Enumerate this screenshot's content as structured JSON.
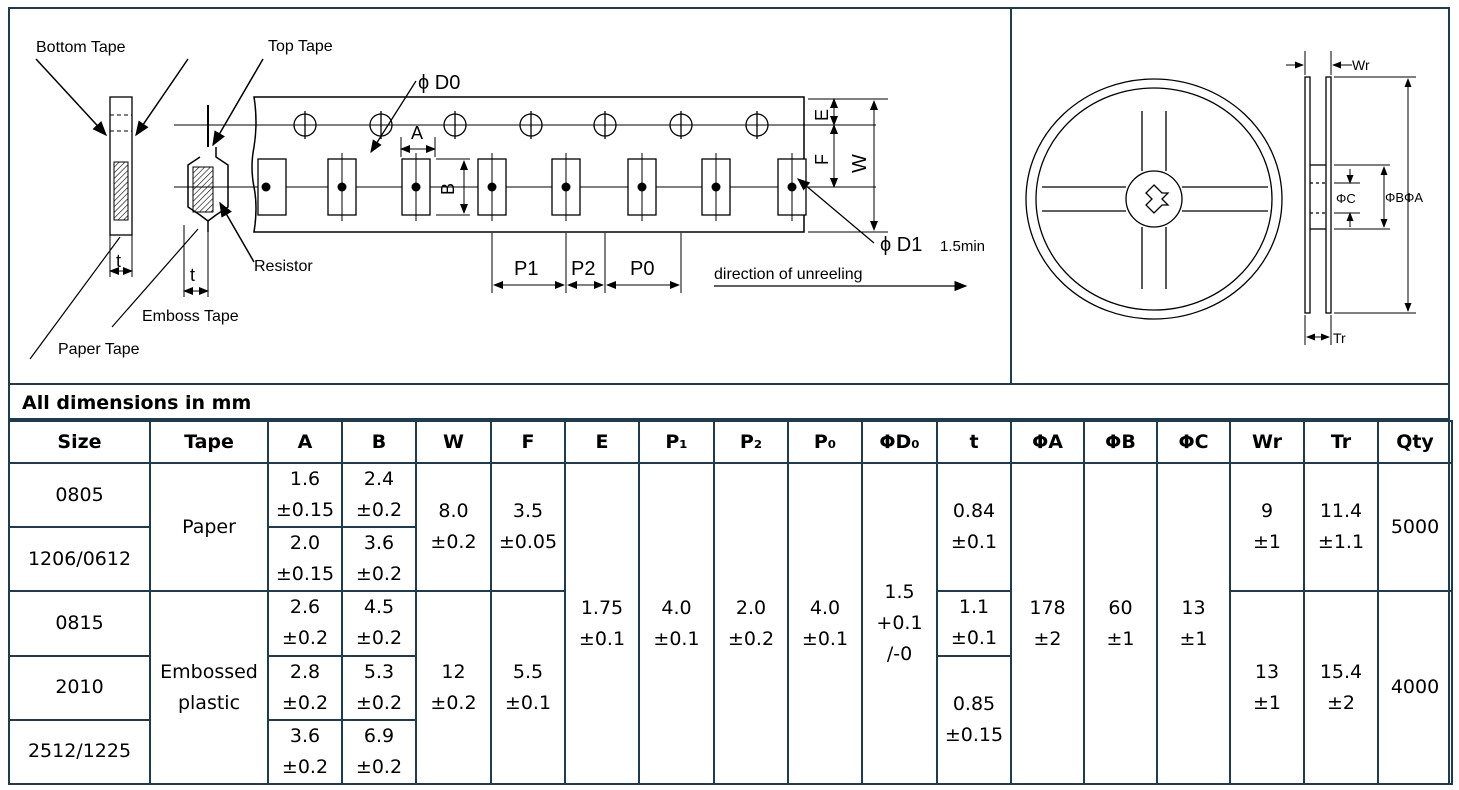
{
  "tape_diagram": {
    "labels": {
      "bottom_tape": "Bottom Tape",
      "top_tape": "Top Tape",
      "phi_d0": "ϕ D0",
      "a": "A",
      "e": "E",
      "f": "F",
      "w": "W",
      "b": "B",
      "t_left": "t",
      "t_right": "t",
      "resistor": "Resistor",
      "phi_d1": "ϕ D1",
      "min_note": "1.5min",
      "p1": "P1",
      "p2": "P2",
      "p0": "P0",
      "direction": "direction of unreeling",
      "emboss_tape": "Emboss Tape",
      "paper_tape": "Paper Tape"
    }
  },
  "reel_diagram": {
    "labels": {
      "wr": "Wr",
      "tr": "Tr",
      "phi_c": "ΦC",
      "phi_b_phi_a": "ΦBΦA"
    }
  },
  "table": {
    "caption": "All dimensions in mm",
    "headers": [
      "Size",
      "Tape",
      "A",
      "B",
      "W",
      "F",
      "E",
      "P₁",
      "P₂",
      "P₀",
      "ΦD₀",
      "t",
      "ΦA",
      "ΦB",
      "ΦC",
      "Wr",
      "Tr",
      "Qty"
    ],
    "rows": [
      {
        "size": "0805",
        "a": [
          "1.6",
          "±0.15"
        ],
        "b": [
          "2.4",
          "±0.2"
        ]
      },
      {
        "size": "1206/0612",
        "a": [
          "2.0",
          "±0.15"
        ],
        "b": [
          "3.6",
          "±0.2"
        ]
      },
      {
        "size": "0815",
        "a": [
          "2.6",
          "±0.2"
        ],
        "b": [
          "4.5",
          "±0.2"
        ]
      },
      {
        "size": "2010",
        "a": [
          "2.8",
          "±0.2"
        ],
        "b": [
          "5.3",
          "±0.2"
        ]
      },
      {
        "size": "2512/1225",
        "a": [
          "3.6",
          "±0.2"
        ],
        "b": [
          "6.9",
          "±0.2"
        ]
      }
    ],
    "tape_paper": "Paper",
    "tape_embossed": [
      "Embossed",
      "plastic"
    ],
    "paper_w": [
      "8.0",
      "±0.2"
    ],
    "paper_f": [
      "3.5",
      "±0.05"
    ],
    "embossed_w": [
      "12",
      "±0.2"
    ],
    "embossed_f": [
      "5.5",
      "±0.1"
    ],
    "e": [
      "1.75",
      "±0.1"
    ],
    "p1": [
      "4.0",
      "±0.1"
    ],
    "p2": [
      "2.0",
      "±0.2"
    ],
    "p0": [
      "4.0",
      "±0.1"
    ],
    "d0": [
      "1.5",
      "+0.1",
      "/-0"
    ],
    "t_paper": [
      "0.84",
      "±0.1"
    ],
    "t_0815": [
      "1.1",
      "±0.1"
    ],
    "t_rest": [
      "0.85",
      "±0.15"
    ],
    "phi_a": [
      "178",
      "±2"
    ],
    "phi_b": [
      "60",
      "±1"
    ],
    "phi_c": [
      "13",
      "±1"
    ],
    "wr_paper": [
      "9",
      "±1"
    ],
    "tr_paper": [
      "11.4",
      "±1.1"
    ],
    "qty_paper": "5000",
    "wr_embossed": [
      "13",
      "±1"
    ],
    "tr_embossed": [
      "15.4",
      "±2"
    ],
    "qty_embossed": "4000"
  }
}
